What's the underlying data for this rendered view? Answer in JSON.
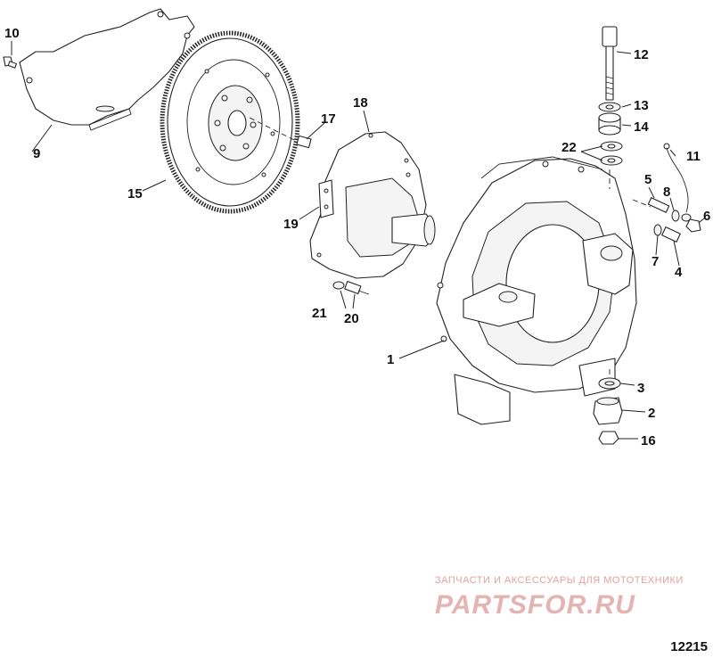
{
  "callouts": {
    "c1": "1",
    "c2": "2",
    "c3": "3",
    "c4": "4",
    "c5": "5",
    "c6": "6",
    "c7": "7",
    "c8": "8",
    "c9": "9",
    "c10": "10",
    "c11": "11",
    "c12": "12",
    "c13": "13",
    "c14": "14",
    "c15": "15",
    "c16": "16",
    "c17": "17",
    "c18": "18",
    "c19": "19",
    "c20": "20",
    "c21": "21",
    "c22": "22"
  },
  "watermark": {
    "subtitle": "ЗАПЧАСТИ И АКСЕССУАРЫ ДЛЯ МОТОТЕХНИКИ",
    "brand": "PARTSFOR.RU"
  },
  "figure_number": "12215",
  "colors": {
    "line": "#222222",
    "watermark": "#e6b3b3"
  }
}
